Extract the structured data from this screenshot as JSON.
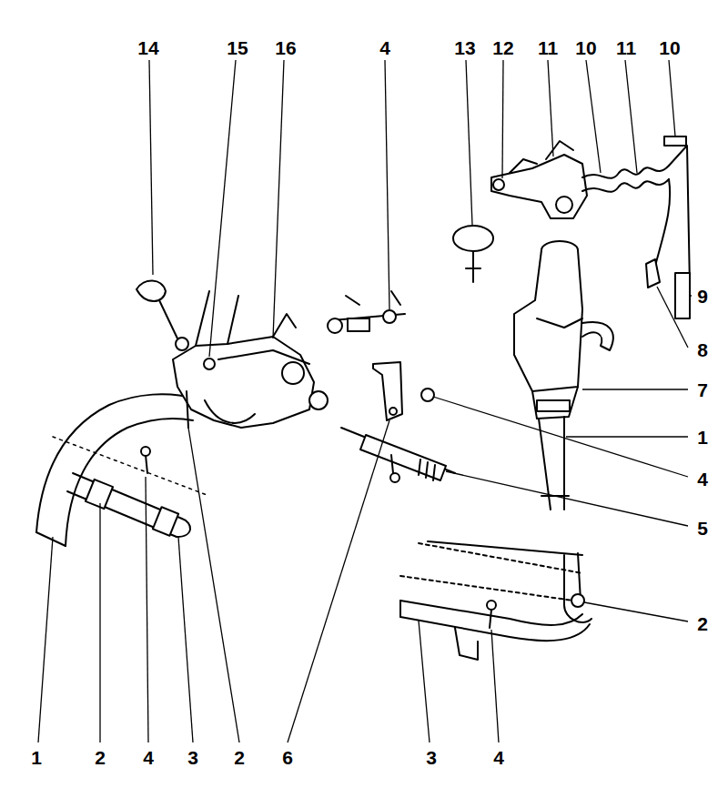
{
  "diagram": {
    "labels": [
      "14",
      "15",
      "16",
      "4",
      "13",
      "12",
      "11",
      "10",
      "11",
      "10",
      "9",
      "8",
      "7",
      "1",
      "4",
      "5",
      "2",
      "1",
      "2",
      "4",
      "3",
      "2",
      "6",
      "3",
      "4"
    ]
  }
}
